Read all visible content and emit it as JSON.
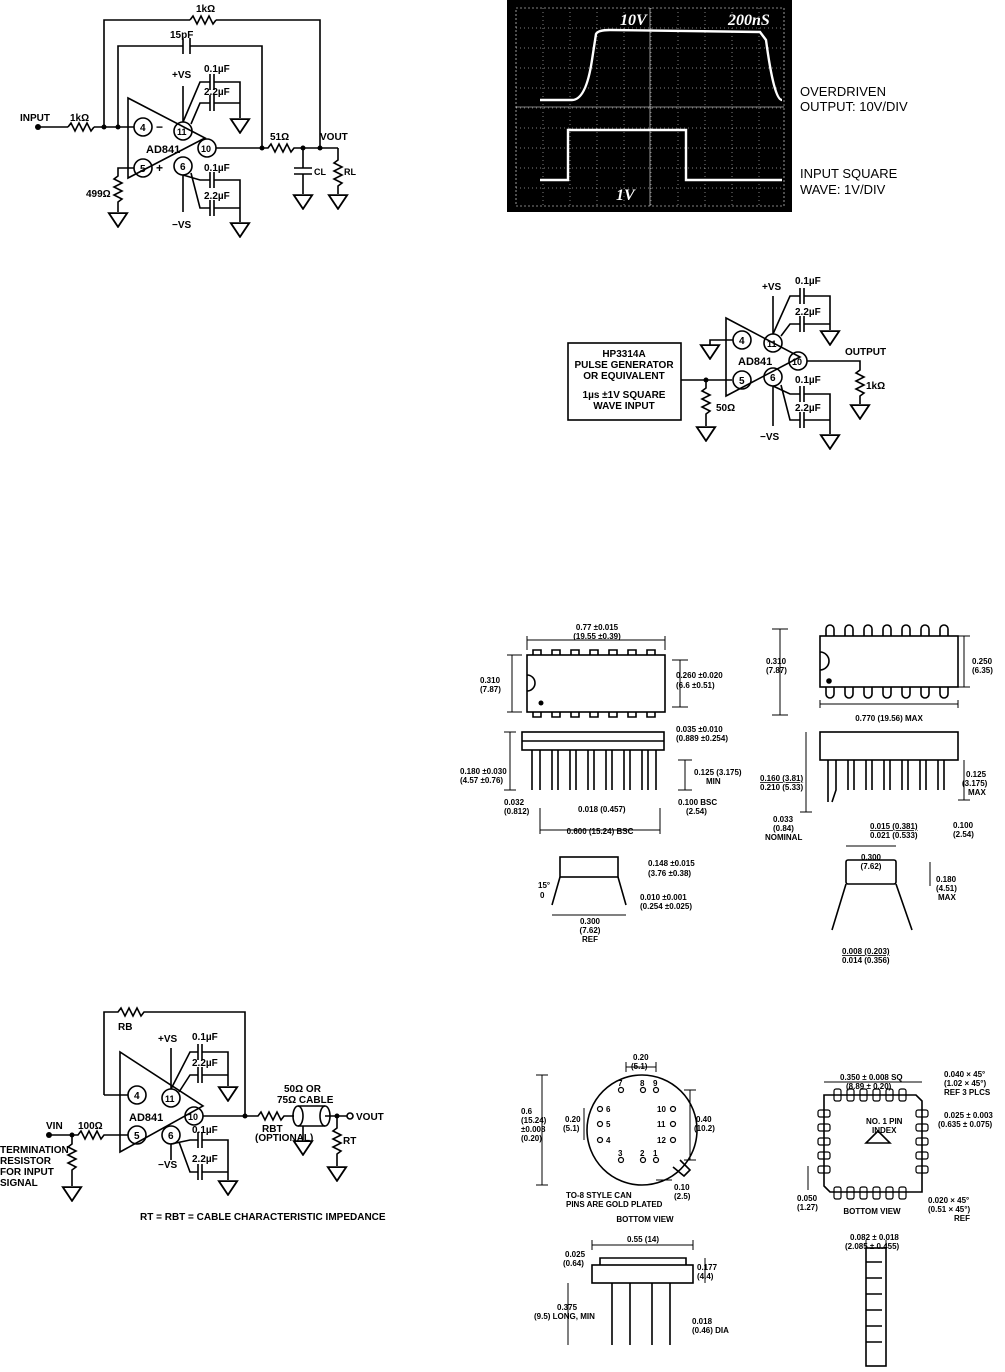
{
  "fig1": {
    "input": "INPUT",
    "r_in": "1kΩ",
    "r_fb": "1kΩ",
    "c_fb": "15pF",
    "plus_vs": "+VS",
    "minus_vs": "−VS",
    "c1": "0.1µF",
    "c2": "2.2µF",
    "c3": "0.1µF",
    "c4": "2.2µF",
    "r_out": "51Ω",
    "vout": "VOUT",
    "cl": "CL",
    "rl": "RL",
    "r_gnd": "499Ω",
    "part": "AD841",
    "pin_inv": "4",
    "pin_noninv": "5",
    "pin_vpos": "11",
    "pin_vneg": "6",
    "pin_out": "10",
    "minus_sign": "−",
    "plus_sign": "+"
  },
  "scope": {
    "ch1_scale": "10V",
    "timebase": "200nS",
    "ch2_scale": "1V",
    "label_top_1": "OVERDRIVEN",
    "label_top_2": "OUTPUT: 10V/DIV",
    "label_bot_1": "INPUT SQUARE",
    "label_bot_2": "WAVE: 1V/DIV"
  },
  "fig2": {
    "gen_1": "HP3314A",
    "gen_2": "PULSE GENERATOR",
    "gen_3": "OR EQUIVALENT",
    "gen_4": "1µs ±1V SQUARE",
    "gen_5": "WAVE INPUT",
    "r_term": "50Ω",
    "plus_vs": "+VS",
    "minus_vs": "−VS",
    "c1": "0.1µF",
    "c2": "2.2µF",
    "c3": "0.1µF",
    "c4": "2.2µF",
    "output": "OUTPUT",
    "r_load": "1kΩ",
    "part": "AD841",
    "pin_inv": "4",
    "pin_noninv": "5",
    "pin_vpos": "11",
    "pin_vneg": "6",
    "pin_out": "10"
  },
  "fig3": {
    "rb": "RB",
    "plus_vs": "+VS",
    "minus_vs": "−VS",
    "c1": "0.1µF",
    "c2": "2.2µF",
    "c3": "0.1µF",
    "c4": "2.2µF",
    "part": "AD841",
    "vin": "VIN",
    "r_in": "100Ω",
    "rbt": "RBT",
    "optional": "(OPTIONAL)",
    "cable_1": "50Ω OR",
    "cable_2": "75Ω CABLE",
    "vout": "VOUT",
    "rt": "RT",
    "term_1": "TERMINATION",
    "term_2": "RESISTOR",
    "term_3": "FOR INPUT",
    "term_4": "SIGNAL",
    "note": "RT = RBT = CABLE CHARACTERISTIC IMPEDANCE",
    "pin_inv": "4",
    "pin_noninv": "5",
    "pin_vpos": "11",
    "pin_vneg": "6",
    "pin_out": "10"
  },
  "dip_ceramic": {
    "len": "0.77 ±0.015",
    "len_mm": "(19.55 ±0.39)",
    "wid": "0.310",
    "wid_mm": "(7.87)",
    "body": "0.260 ±0.020",
    "body_mm": "(6.6 ±0.51)",
    "lead_t": "0.035 ±0.010",
    "lead_t_mm": "(0.889 ±0.254)",
    "h": "0.180 ±0.030",
    "h_mm": "(4.57 ±0.76)",
    "lead_l": "0.125 (3.175)",
    "lead_l_min": "MIN",
    "pitch_end": "0.032",
    "pitch_end_mm": "(0.812)",
    "lead_w": "0.018 (0.457)",
    "bsc": "0.100 BSC",
    "bsc_mm": "(2.54)",
    "row": "0.600 (15.24) BSC",
    "seat": "0.148 ±0.015",
    "seat_mm": "(3.76 ±0.38)",
    "angle": "15°",
    "zero": "0",
    "thick": "0.010 ±0.001",
    "thick_mm": "(0.254 ±0.025)",
    "ref": "0.300",
    "ref_mm": "(7.62)",
    "ref_lbl": "REF"
  },
  "dip_plastic": {
    "wid": "0.310",
    "wid_mm": "(7.87)",
    "w2": "0.250",
    "w2_mm": "(6.35)",
    "len": "0.770 (19.56) MAX",
    "h1": "0.160 (3.81)",
    "h2": "0.210 (5.33)",
    "lead_l": "0.125",
    "lead_l_mm": "(3.175)",
    "lead_l_max": "MAX",
    "nom": "0.033",
    "nom_mm": "(0.84)",
    "nom_lbl": "NOMINAL",
    "lw1": "0.015 (0.381)",
    "lw2": "0.021 (0.533)",
    "pitch": "0.100",
    "pitch_mm": "(2.54)",
    "row": "0.300",
    "row_mm": "(7.62)",
    "ht": "0.180",
    "ht_mm": "(4.51)",
    "ht_max": "MAX",
    "t1": "0.008 (0.203)",
    "t2": "0.014 (0.356)"
  },
  "to8": {
    "top": "0.20",
    "top_mm": "(5.1)",
    "dia": "0.6",
    "dia_mm": "(15.24)",
    "tol": "±0.008",
    "tol_mm": "(0.20)",
    "inner": "0.20",
    "inner_mm": "(5.1)",
    "right": "0.40",
    "right_mm": "(10.2)",
    "tab": "0.10",
    "tab_mm": "(2.5)",
    "note_1": "TO-8 STYLE CAN",
    "note_2": "PINS ARE GOLD PLATED",
    "view": "BOTTOM VIEW",
    "side_t": "0.025",
    "side_t_mm": "(0.64)",
    "side_w": "0.55 (14)",
    "side_h": "0.177",
    "side_h_mm": "(4.4)",
    "lead": "0.375",
    "lead_mm": "(9.5) LONG, MIN",
    "lead_d": "0.018",
    "lead_d_mm": "(0.46) DIA",
    "pins": [
      "7",
      "8",
      "9",
      "10",
      "11",
      "12",
      "1",
      "2",
      "3",
      "4",
      "5",
      "6"
    ]
  },
  "lcc": {
    "sq": "0.350 ± 0.008 SQ",
    "sq_mm": "(8.89 ± 0.20)",
    "chamfer": "0.040 × 45°",
    "chamfer_mm": "(1.02 × 45°)",
    "chamfer_ref": "REF 3 PLCS",
    "pad": "0.025 ± 0.003",
    "pad_mm": "(0.635 ± 0.075)",
    "index_1": "NO. 1 PIN",
    "index_2": "INDEX",
    "pitch": "0.050",
    "pitch_mm": "(1.27)",
    "view": "BOTTOM VIEW",
    "corner": "0.020 × 45°",
    "corner_mm": "(0.51 × 45°)",
    "corner_ref": "REF",
    "thk": "0.082 ± 0.018",
    "thk_mm": "(2.085 ± 0.455)"
  }
}
